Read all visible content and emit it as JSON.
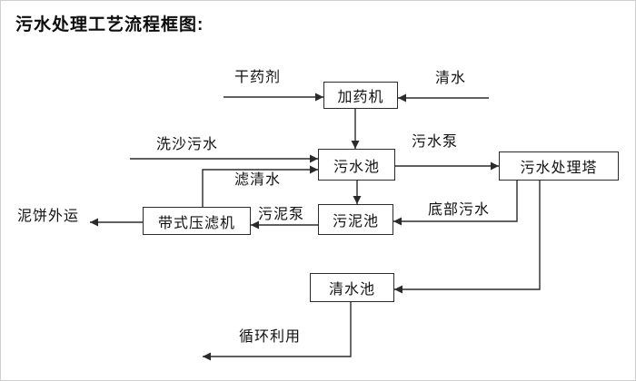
{
  "page": {
    "title": "污水处理工艺流程框图:"
  },
  "diagram": {
    "nodes": {
      "dosing_machine": "加药机",
      "sewage_pool": "污水池",
      "treatment_tower": "污水处理塔",
      "sludge_pool": "污泥池",
      "belt_filter_press": "带式压滤机",
      "clean_water_pool": "清水池"
    },
    "labels": {
      "dry_agent": "干药剂",
      "clean_water": "清水",
      "sand_washing_sewage": "洗沙污水",
      "sewage_pump": "污水泵",
      "filtered_water": "滤清水",
      "sludge_pump": "污泥泵",
      "bottom_sewage": "底部污水",
      "mud_cake_out": "泥饼外运",
      "recycle_use": "循环利用"
    },
    "edges": [
      {
        "from": "dry_agent_input",
        "to": "dosing_machine",
        "label": "干药剂"
      },
      {
        "from": "clean_water_input",
        "to": "dosing_machine",
        "label": "清水"
      },
      {
        "from": "dosing_machine",
        "to": "sewage_pool",
        "label": ""
      },
      {
        "from": "sand_washing_sewage_input",
        "to": "sewage_pool",
        "label": "洗沙污水"
      },
      {
        "from": "sewage_pool",
        "to": "treatment_tower",
        "label": "污水泵"
      },
      {
        "from": "belt_filter_press",
        "to": "sewage_pool",
        "label": "滤清水"
      },
      {
        "from": "sewage_pool",
        "to": "sludge_pool",
        "label": ""
      },
      {
        "from": "treatment_tower",
        "to": "sludge_pool",
        "label": "底部污水"
      },
      {
        "from": "sludge_pool",
        "to": "belt_filter_press",
        "label": "污泥泵"
      },
      {
        "from": "belt_filter_press",
        "to": "mud_cake_out",
        "label": "泥饼外运"
      },
      {
        "from": "treatment_tower",
        "to": "clean_water_pool",
        "label": ""
      },
      {
        "from": "clean_water_pool",
        "to": "recycle_out",
        "label": "循环利用"
      }
    ],
    "colors": {
      "line": "#2b2b2b",
      "box_border": "#2b2b2b",
      "background": "#ffffff",
      "text": "#111111"
    }
  }
}
